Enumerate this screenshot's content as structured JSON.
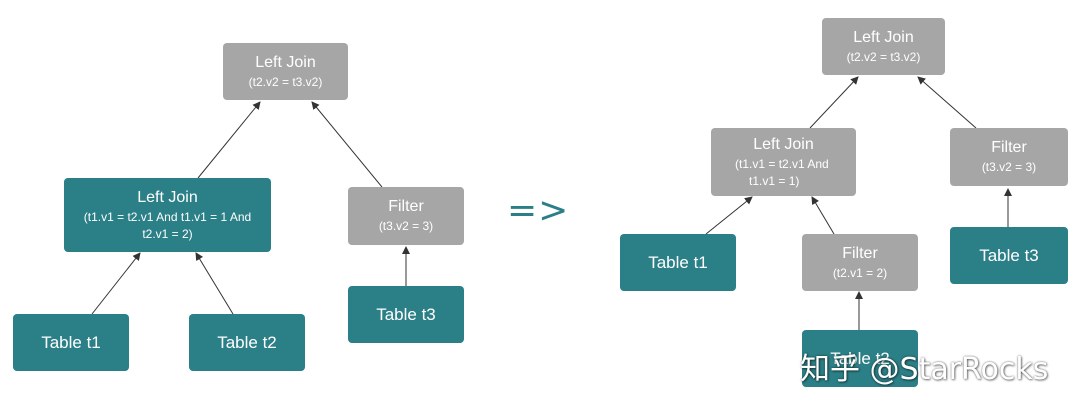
{
  "colors": {
    "teal": "#2b7f86",
    "gray": "#a6a6a6",
    "edge": "#333333"
  },
  "left_plan": {
    "root_join": {
      "title": "Left Join",
      "cond": "(t2.v2 = t3.v2)"
    },
    "inner_join": {
      "title": "Left Join",
      "cond_line1": "(t1.v1 = t2.v1 And t1.v1 = 1 And",
      "cond_line2": "t2.v1 = 2)"
    },
    "filter": {
      "title": "Filter",
      "cond": "(t3.v2 = 3)"
    },
    "table_t1": "Table t1",
    "table_t2": "Table t2",
    "table_t3": "Table t3"
  },
  "transform_symbol": "=>",
  "right_plan": {
    "root_join": {
      "title": "Left Join",
      "cond": "(t2.v2 = t3.v2)"
    },
    "inner_join": {
      "title": "Left Join",
      "cond_line1": "(t1.v1 = t2.v1 And",
      "cond_line2": "t1.v1 = 1)"
    },
    "filter_t3": {
      "title": "Filter",
      "cond": "(t3.v2 = 3)"
    },
    "filter_t2": {
      "title": "Filter",
      "cond": "(t2.v1 = 2)"
    },
    "table_t1": "Table t1",
    "table_t2": "Table t2",
    "table_t3": "Table t3"
  },
  "watermark": "知乎 @StarRocks"
}
